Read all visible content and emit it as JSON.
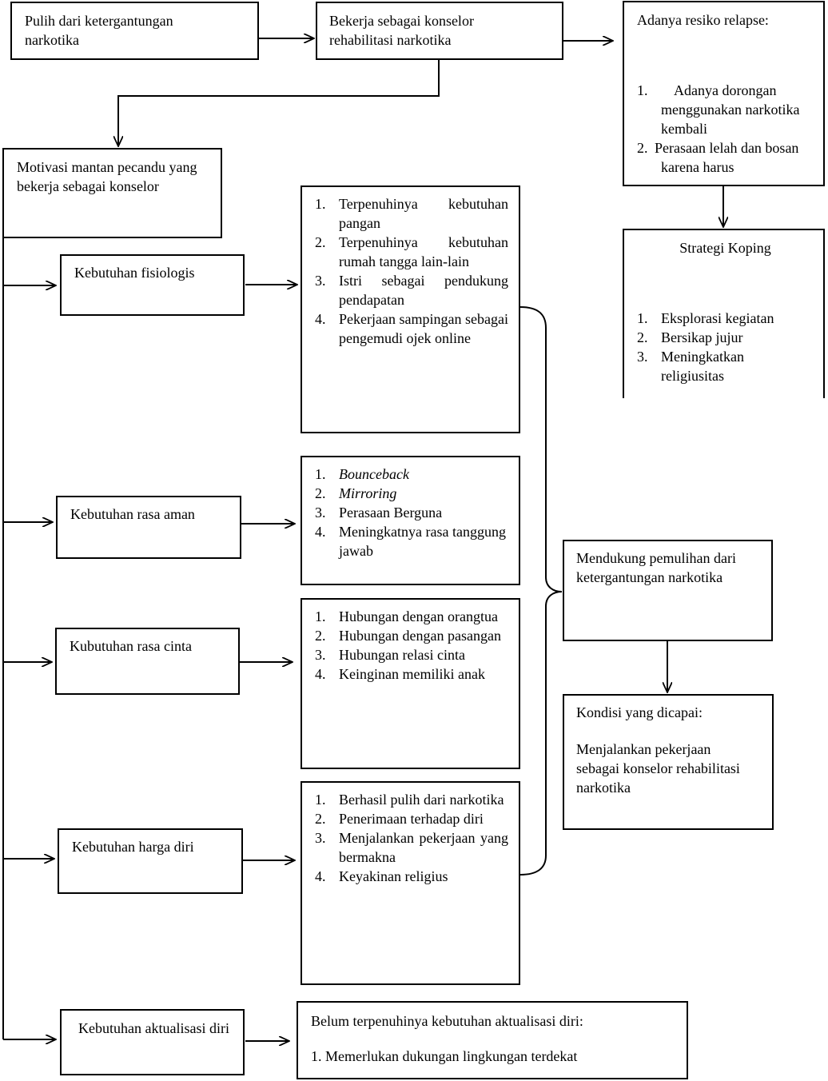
{
  "top": {
    "recover": "Pulih dari ketergantungan narkotika",
    "work": "Bekerja sebagai konselor rehabilitasi narkotika",
    "relapse_title": "Adanya resiko relapse:",
    "relapse_items": [
      {
        "num": "1.",
        "text": "Adanya dorongan menggunakan narkotika kembali"
      },
      {
        "num": "2.",
        "text": "Perasaan lelah dan bosan karena harus"
      }
    ]
  },
  "coping": {
    "title": "Strategi Koping",
    "items": [
      {
        "num": "1.",
        "text": "Eksplorasi kegiatan"
      },
      {
        "num": "2.",
        "text": "Bersikap jujur"
      },
      {
        "num": "3.",
        "text": "Meningkatkan religiusitas"
      }
    ]
  },
  "motivation": "Motivasi mantan pecandu yang bekerja sebagai konselor",
  "needs": [
    {
      "label": "Kebutuhan fisiologis",
      "items": [
        {
          "num": "1.",
          "text": "Terpenuhinya kebutuhan pangan"
        },
        {
          "num": "2.",
          "text": "Terpenuhinya kebutuhan rumah tangga lain-lain"
        },
        {
          "num": "3.",
          "text": "Istri sebagai pendukung pendapatan"
        },
        {
          "num": "4.",
          "text": "Pekerjaan sampingan sebagai pengemudi ojek online"
        }
      ]
    },
    {
      "label": "Kebutuhan rasa aman",
      "items": [
        {
          "num": "1.",
          "text": "Bounceback"
        },
        {
          "num": "2.",
          "text": "Mirroring"
        },
        {
          "num": "3.",
          "text": "Perasaan Berguna"
        },
        {
          "num": "4.",
          "text": "Meningkatnya rasa tanggung jawab"
        }
      ]
    },
    {
      "label": "Kubutuhan rasa cinta",
      "items": [
        {
          "num": "1.",
          "text": "Hubungan dengan orangtua"
        },
        {
          "num": "2.",
          "text": "Hubungan dengan pasangan"
        },
        {
          "num": "3.",
          "text": "Hubungan relasi cinta"
        },
        {
          "num": "4.",
          "text": "Keinginan memiliki anak"
        }
      ]
    },
    {
      "label": "Kebutuhan harga diri",
      "items": [
        {
          "num": "1.",
          "text": "Berhasil pulih dari narkotika"
        },
        {
          "num": "2.",
          "text": "Penerimaan terhadap diri"
        },
        {
          "num": "3.",
          "text": "Menjalankan pekerjaan yang bermakna"
        },
        {
          "num": "4.",
          "text": "Keyakinan religius"
        }
      ]
    },
    {
      "label": "Kebutuhan aktualisasi diri",
      "detail_title": "Belum terpenuhinya kebutuhan aktualisasi diri:",
      "detail_item": "1. Memerlukan dukungan lingkungan terdekat"
    }
  ],
  "support": "Mendukung pemulihan dari ketergantungan narkotika",
  "condition": {
    "title": "Kondisi yang dicapai:",
    "text": "Menjalankan pekerjaan sebagai konselor rehabilitasi narkotika"
  }
}
